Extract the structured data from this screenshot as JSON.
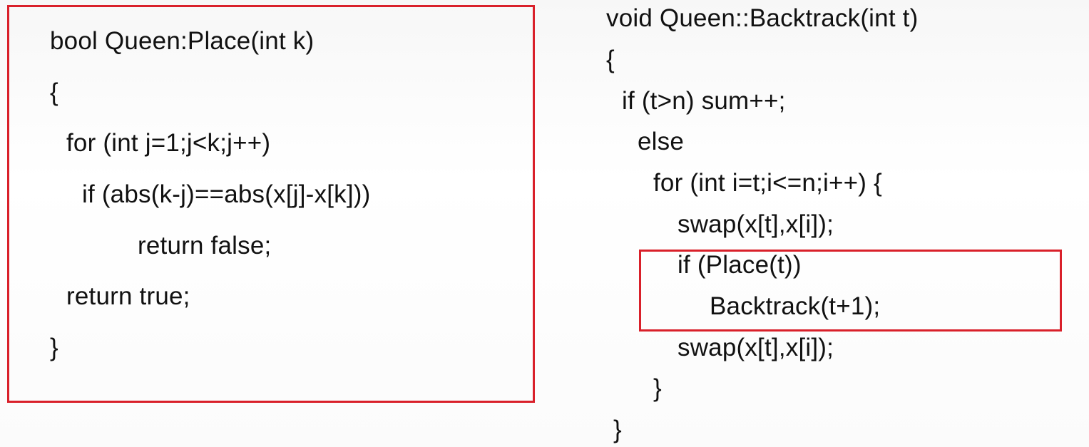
{
  "place_function": {
    "lines": [
      "bool Queen:Place(int k)",
      "{",
      "for (int j=1;j<k;j++)",
      "if (abs(k-j)==abs(x[j]-x[k]))",
      "return false;",
      "return true;",
      "}"
    ]
  },
  "backtrack_function": {
    "lines": [
      "void Queen::Backtrack(int t)",
      "{",
      "if (t>n) sum++;",
      "else",
      "for (int i=t;i<=n;i++) {",
      "swap(x[t],x[i]);",
      "if (Place(t))",
      "Backtrack(t+1);",
      "swap(x[t],x[i]);",
      "}",
      "}"
    ]
  },
  "colors": {
    "highlight_border": "#d9202a",
    "text": "#111111"
  }
}
